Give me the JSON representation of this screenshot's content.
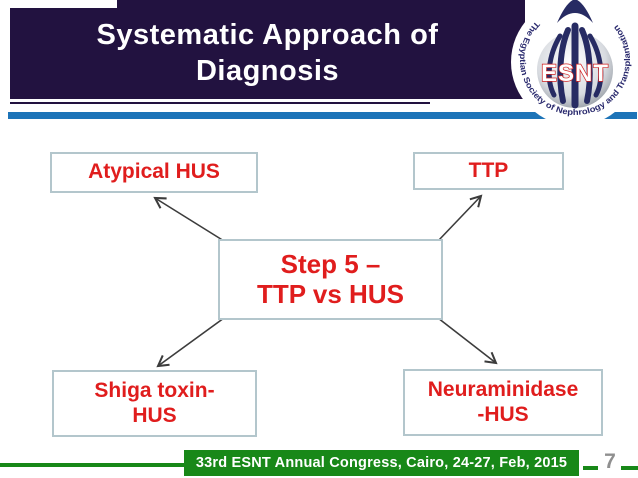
{
  "header": {
    "title_line1": "Systematic Approach of",
    "title_line2": "Diagnosis"
  },
  "logo": {
    "ring_text": "The Egyptian Society of Nephrology and Transplantation",
    "acronym": "ESNT"
  },
  "diagram": {
    "center_box": {
      "line1": "Step 5 –",
      "line2": "TTP vs HUS"
    },
    "atypical_box": {
      "label": "Atypical HUS"
    },
    "ttp_box": {
      "label": "TTP"
    },
    "shiga_box": {
      "line1": "Shiga toxin-",
      "line2": "HUS"
    },
    "neuraminidase_box": {
      "line1": "Neuraminidase",
      "line2": "-HUS"
    }
  },
  "footer": {
    "congress_text": "33rd ESNT Annual Congress, Cairo, 24-27, Feb, 2015",
    "page_number": "7"
  },
  "colors": {
    "title_bar_navy": "#221240",
    "divider_blue": "#1d74b8",
    "diagram_text_red": "#e01d1d",
    "box_border": "#b3c6cc",
    "footer_green": "#188818",
    "page_number_gray": "#8f8f8f",
    "logo_navy": "#272b63"
  }
}
